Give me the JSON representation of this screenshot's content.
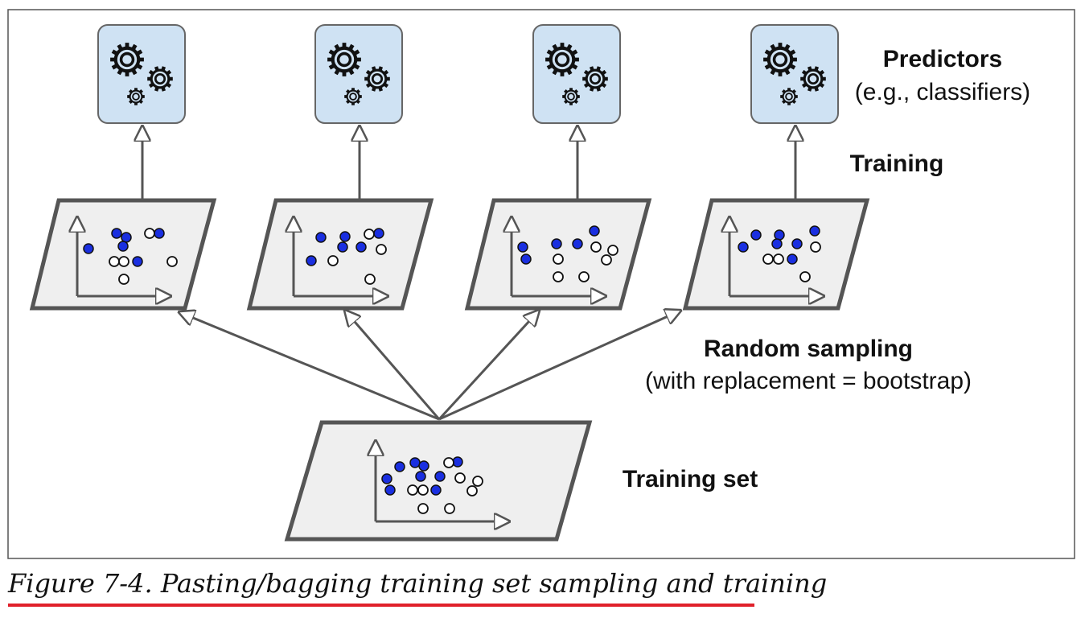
{
  "labels": {
    "predictors": "Predictors",
    "predictors_sub": "(e.g., classifiers)",
    "training": "Training",
    "random_sampling": "Random sampling",
    "random_sampling_sub": "(with replacement = bootstrap)",
    "training_set": "Training set"
  },
  "caption": "Figure 7-4. Pasting/bagging training set sampling and training",
  "colors": {
    "filled_point": "#1a2fe0",
    "panel_fill": "#efefef",
    "predictor_fill": "#cfe2f3",
    "line": "#555555",
    "caption_underline": "#e0202a"
  },
  "icons": [
    "gears-icon"
  ]
}
